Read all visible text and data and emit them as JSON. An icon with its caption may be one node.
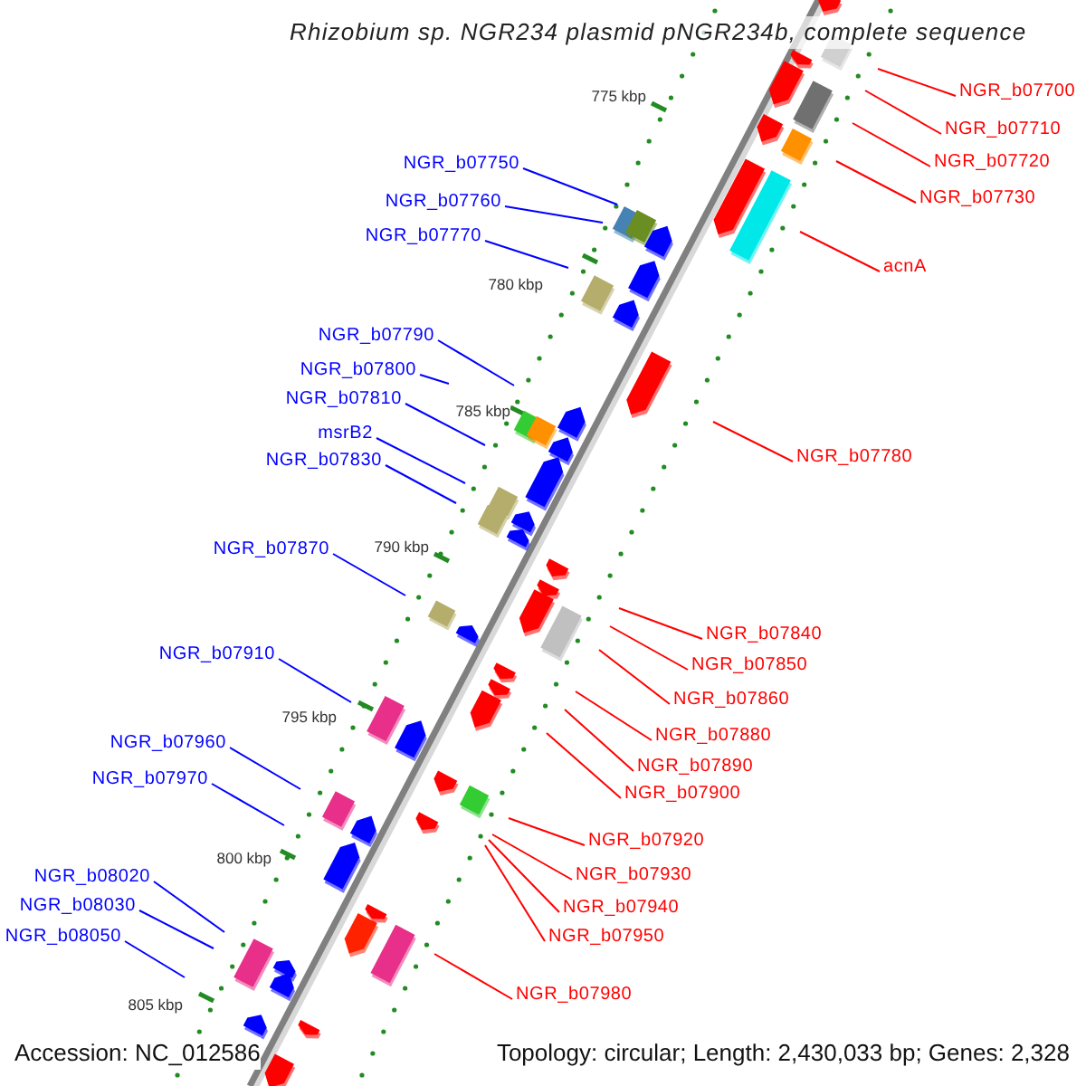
{
  "diagram": {
    "title": "Rhizobium sp. NGR234 plasmid pNGR234b, complete sequence",
    "nodes": [
      {
        "text": [
          "NGR_b07750"
        ]
      },
      {
        "text": [
          "NGR_b07760"
        ]
      },
      {
        "text": [
          "NGR_b07770"
        ]
      },
      {
        "text": [
          "NGR_b07790"
        ]
      },
      {
        "text": [
          "NGR_b07800"
        ]
      },
      {
        "text": [
          "NGR_b07810"
        ]
      },
      {
        "text": [
          "msrB2"
        ]
      },
      {
        "text": [
          "NGR_b07830"
        ]
      },
      {
        "text": [
          "NGR_b07870"
        ]
      },
      {
        "text": [
          "NGR_b07910"
        ]
      },
      {
        "text": [
          "NGR_b07960"
        ]
      },
      {
        "text": [
          "NGR_b07970"
        ]
      },
      {
        "text": [
          "NGR_b08020"
        ]
      },
      {
        "text": [
          "NGR_b08030"
        ]
      },
      {
        "text": [
          "NGR_b08050"
        ]
      },
      {
        "text": [
          "NGR_b07700"
        ]
      },
      {
        "text": [
          "NGR_b07710"
        ]
      },
      {
        "text": [
          "NGR_b07720"
        ]
      },
      {
        "text": [
          "NGR_b07730"
        ]
      },
      {
        "text": [
          "acnA"
        ]
      },
      {
        "text": [
          "NGR_b07780"
        ]
      },
      {
        "text": [
          "NGR_b07840"
        ]
      },
      {
        "text": [
          "NGR_b07850"
        ]
      },
      {
        "text": [
          "NGR_b07860"
        ]
      },
      {
        "text": [
          "NGR_b07880"
        ]
      },
      {
        "text": [
          "NGR_b07890"
        ]
      },
      {
        "text": [
          "NGR_b07900"
        ]
      },
      {
        "text": [
          "NGR_b07920"
        ]
      },
      {
        "text": [
          "NGR_b07930"
        ]
      },
      {
        "text": [
          "NGR_b07940"
        ]
      },
      {
        "text": [
          "NGR_b07950"
        ]
      },
      {
        "text": [
          "NGR_b07980"
        ]
      }
    ],
    "edges": [
      {
        "from": 0,
        "to": null,
        "arrow": "none",
        "color": "#0000ff"
      },
      {
        "from": 1,
        "to": null,
        "arrow": "none",
        "color": "#0000ff"
      },
      {
        "from": 2,
        "to": null,
        "arrow": "none",
        "color": "#0000ff"
      },
      {
        "from": 3,
        "to": null,
        "arrow": "none",
        "color": "#0000ff"
      },
      {
        "from": 4,
        "to": null,
        "arrow": "none",
        "color": "#0000ff"
      },
      {
        "from": 5,
        "to": null,
        "arrow": "none",
        "color": "#0000ff"
      },
      {
        "from": 6,
        "to": null,
        "arrow": "none",
        "color": "#0000ff"
      },
      {
        "from": 7,
        "to": null,
        "arrow": "none",
        "color": "#0000ff"
      },
      {
        "from": 8,
        "to": null,
        "arrow": "none",
        "color": "#0000ff"
      },
      {
        "from": 9,
        "to": null,
        "arrow": "none",
        "color": "#0000ff"
      },
      {
        "from": 10,
        "to": null,
        "arrow": "none",
        "color": "#0000ff"
      },
      {
        "from": 11,
        "to": null,
        "arrow": "none",
        "color": "#0000ff"
      },
      {
        "from": 12,
        "to": null,
        "arrow": "none",
        "color": "#0000ff"
      },
      {
        "from": 13,
        "to": null,
        "arrow": "none",
        "color": "#0000ff"
      },
      {
        "from": 14,
        "to": null,
        "arrow": "none",
        "color": "#0000ff"
      },
      {
        "from": 15,
        "to": null,
        "arrow": "none",
        "color": "#ff0000"
      },
      {
        "from": 16,
        "to": null,
        "arrow": "none",
        "color": "#ff0000"
      },
      {
        "from": 17,
        "to": null,
        "arrow": "none",
        "color": "#ff0000"
      },
      {
        "from": 18,
        "to": null,
        "arrow": "none",
        "color": "#ff0000"
      },
      {
        "from": 19,
        "to": null,
        "arrow": "none",
        "color": "#ff0000"
      },
      {
        "from": 20,
        "to": null,
        "arrow": "none",
        "color": "#ff0000"
      },
      {
        "from": 21,
        "to": null,
        "arrow": "none",
        "color": "#ff0000"
      },
      {
        "from": 22,
        "to": null,
        "arrow": "none",
        "color": "#ff0000"
      },
      {
        "from": 23,
        "to": null,
        "arrow": "none",
        "color": "#ff0000"
      },
      {
        "from": 24,
        "to": null,
        "arrow": "none",
        "color": "#ff0000"
      },
      {
        "from": 25,
        "to": null,
        "arrow": "none",
        "color": "#ff0000"
      },
      {
        "from": 26,
        "to": null,
        "arrow": "none",
        "color": "#ff0000"
      },
      {
        "from": 27,
        "to": null,
        "arrow": "none",
        "color": "#ff0000"
      },
      {
        "from": 28,
        "to": null,
        "arrow": "none",
        "color": "#ff0000"
      },
      {
        "from": 29,
        "to": null,
        "arrow": "none",
        "color": "#ff0000"
      },
      {
        "from": 30,
        "to": null,
        "arrow": "none",
        "color": "#ff0000"
      },
      {
        "from": 31,
        "to": null,
        "arrow": "none",
        "color": "#ff0000"
      }
    ],
    "labels": [
      "775 kbp",
      "780 kbp",
      "785 kbp",
      "790 kbp",
      "795 kbp",
      "800 kbp",
      "805 kbp",
      "Accession: NC_012586",
      "Topology: circular; Length: 2,430,033 bp; Genes: 2,328"
    ]
  }
}
